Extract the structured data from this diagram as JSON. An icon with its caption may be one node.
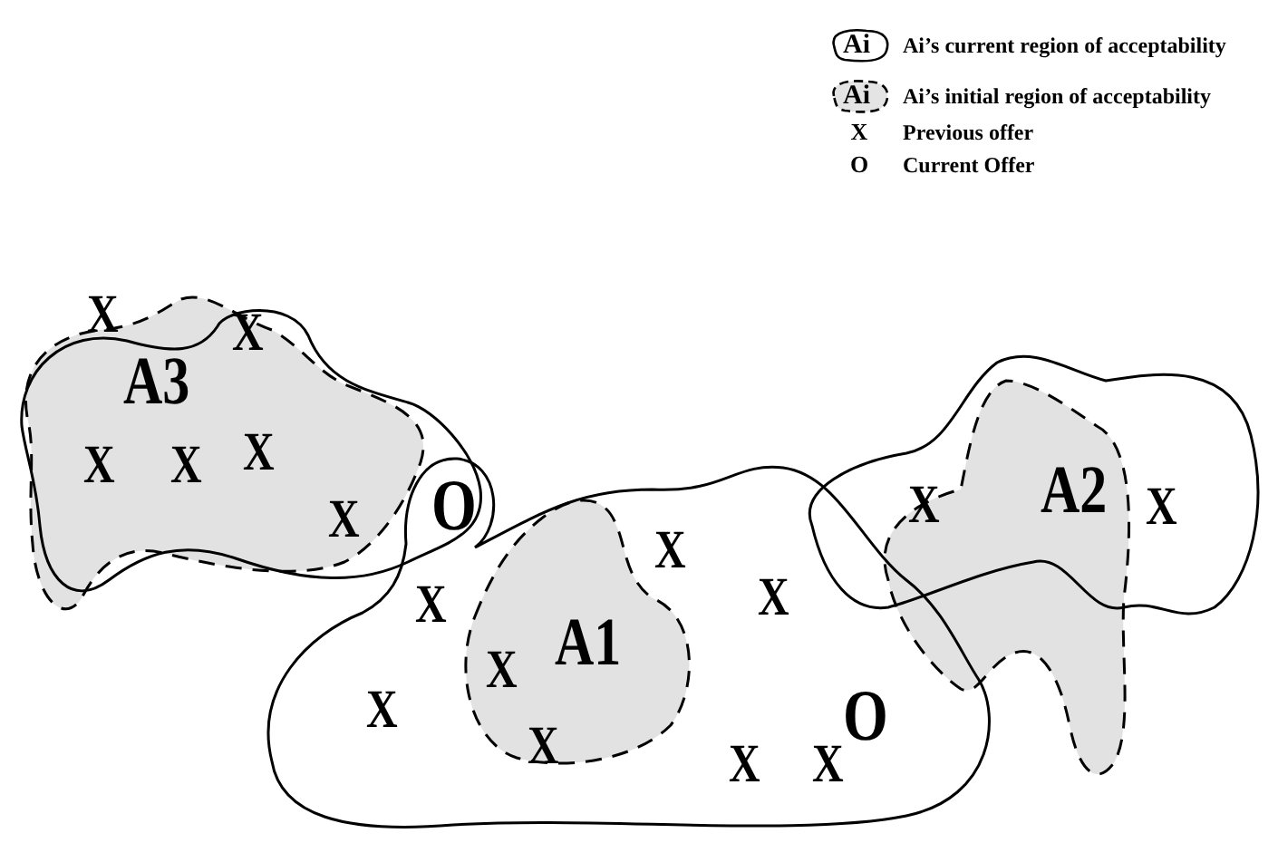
{
  "diagram": {
    "nodes": [
      {
        "text": [
          "A3"
        ]
      },
      {
        "text": [
          "A1"
        ]
      },
      {
        "text": [
          "A2"
        ]
      }
    ],
    "edges": [],
    "labels": [
      "Ai",
      "Ai",
      "X",
      "O",
      "X",
      "X",
      "X",
      "X",
      "X",
      "X",
      "O",
      "X",
      "X",
      "X",
      "X",
      "X",
      "X",
      "X",
      "X",
      "O",
      "X",
      "X"
    ],
    "legend": [
      {
        "text": "Ai’s current region of acceptability"
      },
      {
        "text": "Ai’s initial region of acceptability"
      },
      {
        "text": "Previous offer"
      },
      {
        "text": "Current Offer"
      }
    ]
  }
}
